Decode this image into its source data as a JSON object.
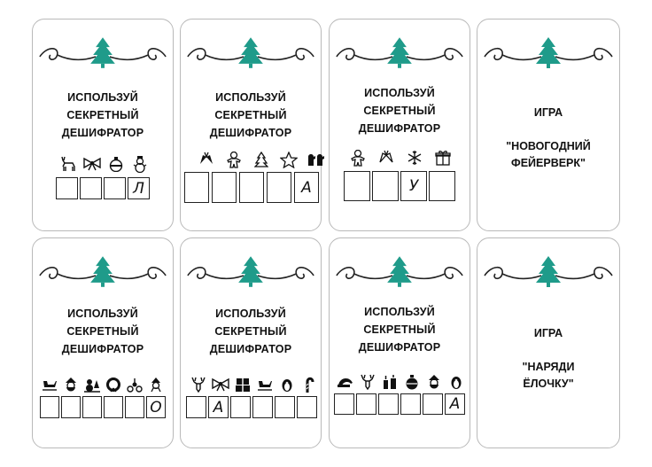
{
  "colors": {
    "tree": "#1f9b8a",
    "swirl": "#222222",
    "border": "#b9b9b9"
  },
  "cards": [
    {
      "type": "cipher",
      "lines": [
        "ИСПОЛЬЗУЙ",
        "СЕКРЕТНЫЙ",
        "ДЕШИФРАТОР"
      ],
      "icons": [
        "reindeer-icon",
        "bow-icon",
        "ornament-ball-icon",
        "snowman-icon"
      ],
      "boxes": [
        "",
        "",
        "",
        "Л"
      ]
    },
    {
      "type": "cipher",
      "lines": [
        "ИСПОЛЬЗУЙ",
        "СЕКРЕТНЫЙ",
        "ДЕШИФРАТОР"
      ],
      "icons": [
        "bells-icon",
        "gingerbread-icon",
        "tree-icon",
        "star-icon",
        "mittens-icon"
      ],
      "boxes": [
        "",
        "",
        "",
        "",
        "А"
      ]
    },
    {
      "type": "cipher",
      "lines": [
        "ИСПОЛЬЗУЙ",
        "СЕКРЕТНЫЙ",
        "ДЕШИФРАТОР"
      ],
      "icons": [
        "gingerbread-icon",
        "bells-icon",
        "snowflake-icon",
        "gift-icon"
      ],
      "boxes": [
        "",
        "",
        "У",
        ""
      ]
    },
    {
      "type": "game",
      "label": "ИГРА",
      "name_lines": [
        "\"НОВОГОДНИЙ",
        "ФЕЙЕРВЕРК\""
      ]
    },
    {
      "type": "cipher",
      "lines": [
        "ИСПОЛЬЗУЙ",
        "СЕКРЕТНЫЙ",
        "ДЕШИФРАТОР"
      ],
      "icons": [
        "sleigh-icon",
        "santa-icon",
        "snowman-scene-icon",
        "wreath-icon",
        "holly-icon",
        "elf-icon"
      ],
      "boxes": [
        "",
        "",
        "",
        "",
        "",
        "О"
      ]
    },
    {
      "type": "cipher",
      "lines": [
        "ИСПОЛЬЗУЙ",
        "СЕКРЕТНЫЙ",
        "ДЕШИФРАТОР"
      ],
      "icons": [
        "reindeer-head-icon",
        "bow-icon",
        "gift-stack-icon",
        "sleigh-icon",
        "penguin-icon",
        "candy-cane-icon"
      ],
      "boxes": [
        "",
        "А",
        "",
        "",
        "",
        ""
      ]
    },
    {
      "type": "cipher",
      "lines": [
        "ИСПОЛЬЗУЙ",
        "СЕКРЕТНЫЙ",
        "ДЕШИФРАТОР"
      ],
      "icons": [
        "santa-hat-icon",
        "reindeer-head-icon",
        "candles-icon",
        "ornament-ball-icon",
        "santa-icon",
        "penguin-icon"
      ],
      "boxes": [
        "",
        "",
        "",
        "",
        "",
        "А"
      ]
    },
    {
      "type": "game",
      "label": "ИГРА",
      "name_lines": [
        "\"НАРЯДИ",
        "ЁЛОЧКУ\""
      ]
    }
  ]
}
